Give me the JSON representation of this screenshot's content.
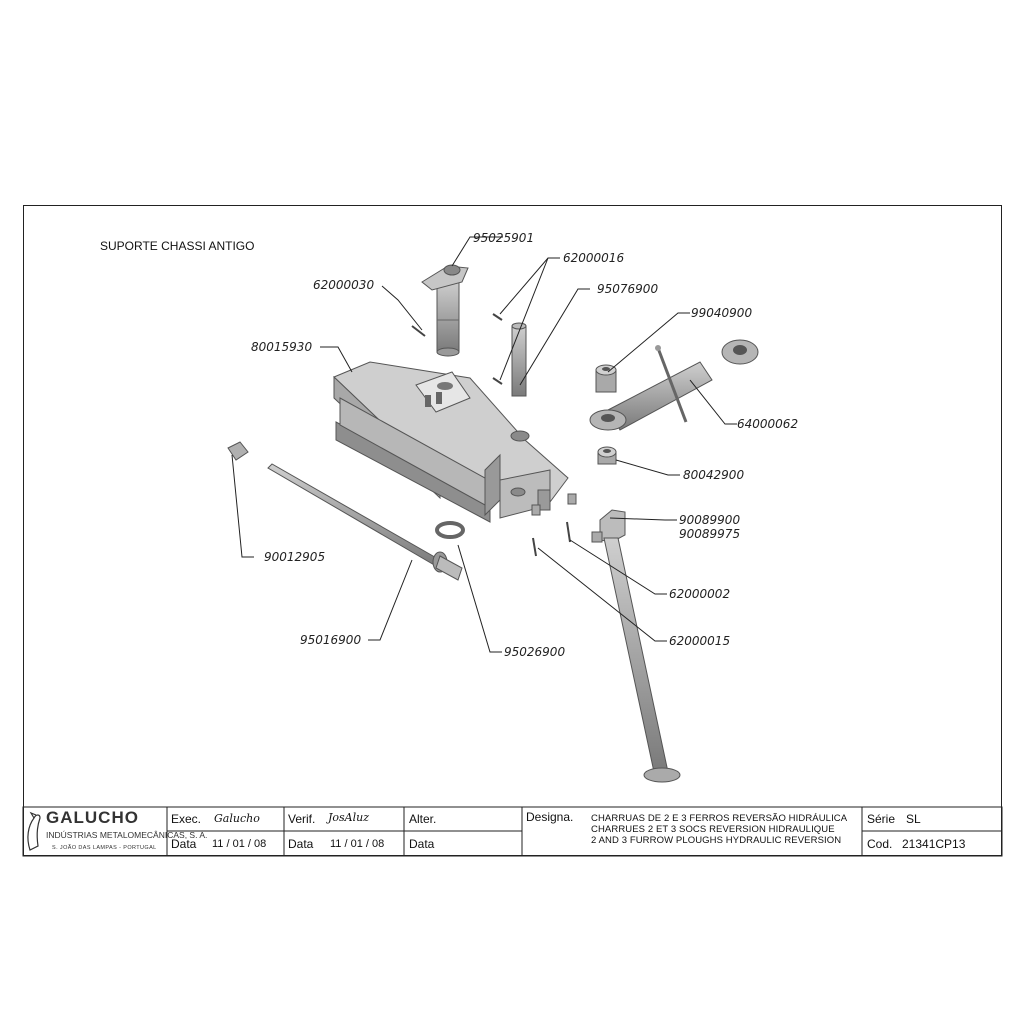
{
  "drawing": {
    "title": "SUPORTE CHASSI ANTIGO",
    "part_numbers": {
      "p95025901": "95025901",
      "p62000016": "62000016",
      "p62000030": "62000030",
      "p95076900": "95076900",
      "p99040900": "99040900",
      "p80015930": "80015930",
      "p64000062": "64000062",
      "p80042900": "80042900",
      "p90089900": "90089900",
      "p90089975": "90089975",
      "p90012905": "90012905",
      "p62000002": "62000002",
      "p62000015": "62000015",
      "p95016900": "95016900",
      "p95026900": "95026900"
    }
  },
  "title_block": {
    "logo": "GALUCHO",
    "company": "INDÚSTRIAS METALOMECÂNICAS, S. A.",
    "address": "S. JOÃO DAS LAMPAS  -  PORTUGAL",
    "exec_label": "Exec.",
    "exec_signature": "Galucho",
    "verif_label": "Verif.",
    "verif_signature": "JosAluz",
    "alter_label": "Alter.",
    "data_label": "Data",
    "exec_date": "11 / 01 / 08",
    "verif_date": "11 / 01 / 08",
    "designa_label": "Designa.",
    "designation_pt": "CHARRUAS DE 2 E 3 FERROS REVERSÃO HIDRÁULICA",
    "designation_fr": "CHARRUES 2 ET 3 SOCS REVERSION HIDRAULIQUE",
    "designation_en": "2 AND 3 FURROW PLOUGHS HYDRAULIC REVERSION",
    "serie_label": "Série",
    "serie_value": "SL",
    "cod_label": "Cod.",
    "cod_value": "21341CP13"
  }
}
